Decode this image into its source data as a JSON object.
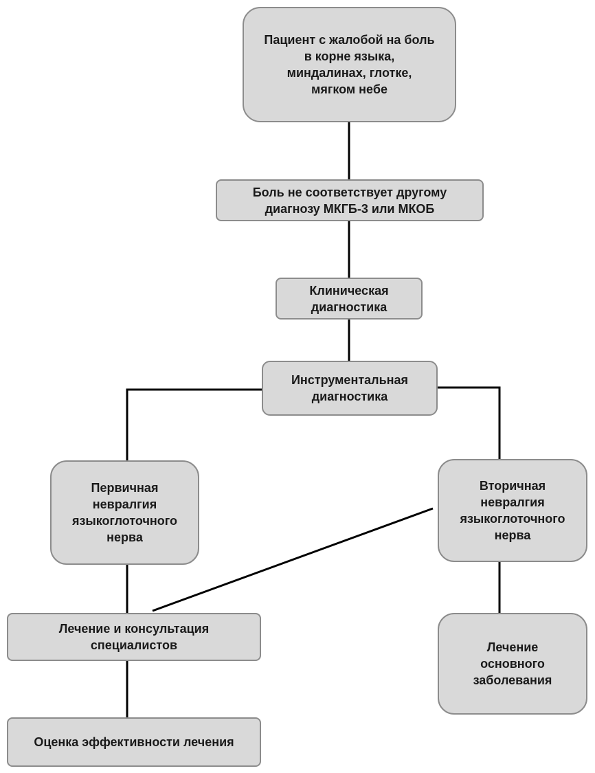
{
  "colors": {
    "box_fill": "#d9d9d9",
    "box_border": "#8c8c8c",
    "connector": "#000000",
    "text": "#1a1a1a"
  },
  "nodes": {
    "patient": "Пациент с жалобой на боль\nв корне языка,\nминдалинах, глотке,\nмягком небе",
    "pain_mismatch": "Боль не соответствует другому\nдиагнозу МКГБ-3 или МКОБ",
    "clinical": "Клиническая\nдиагностика",
    "instrumental": "Инструментальная\nдиагностика",
    "primary": "Первичная\nневралгия\nязыкоглоточного\nнерва",
    "secondary": "Вторичная\nневралгия\nязыкоглоточного\nнерва",
    "treatment": "Лечение и консультация\nспециалистов",
    "underlying": "Лечение\nосновного\nзаболевания",
    "evaluation": "Оценка эффективности лечения"
  }
}
